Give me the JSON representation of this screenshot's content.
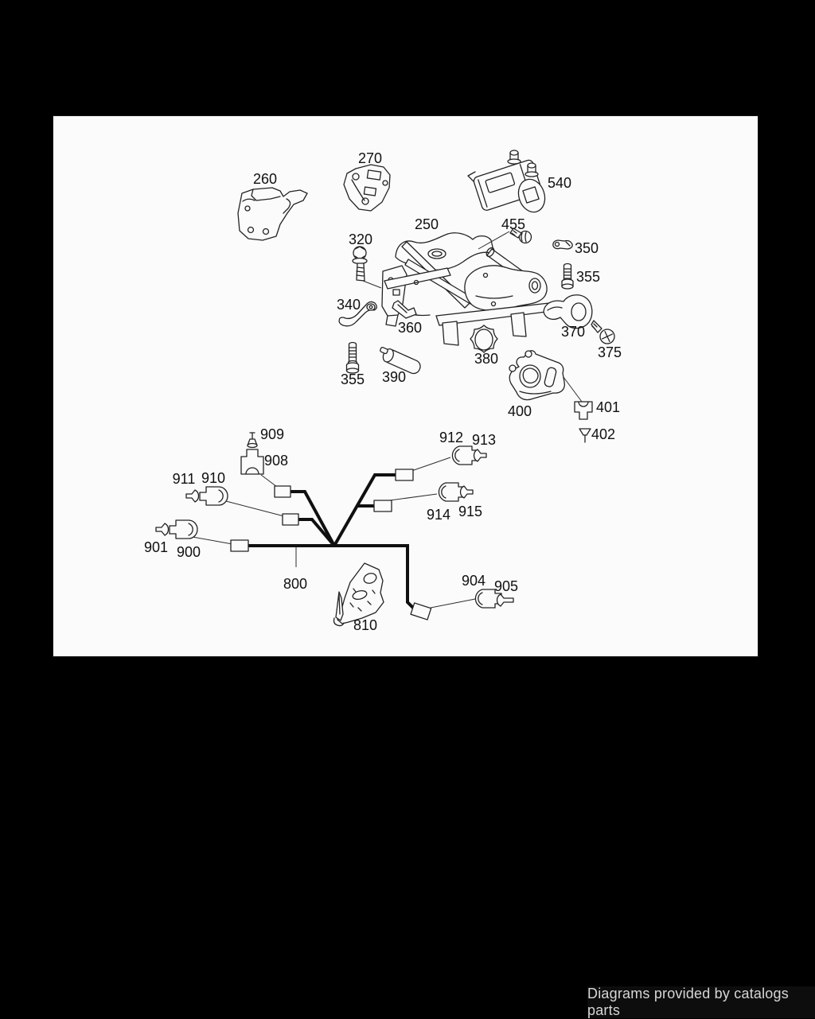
{
  "page": {
    "background": "#000000"
  },
  "canvas": {
    "fill": "#fbfbfb",
    "border": "#151515",
    "line_color": "#232323"
  },
  "badge": {
    "text": "Diagrams provided by catalogs parts",
    "background": "#0d0d0d",
    "color": "#d6d6d6"
  },
  "diagram": {
    "type": "parts-diagram",
    "labels": [
      {
        "text": "260"
      },
      {
        "text": "270"
      },
      {
        "text": "540"
      },
      {
        "text": "250"
      },
      {
        "text": "455"
      },
      {
        "text": "320"
      },
      {
        "text": "350"
      },
      {
        "text": "355"
      },
      {
        "text": "340"
      },
      {
        "text": "360"
      },
      {
        "text": "370"
      },
      {
        "text": "375"
      },
      {
        "text": "380"
      },
      {
        "text": "355"
      },
      {
        "text": "390"
      },
      {
        "text": "400"
      },
      {
        "text": "401"
      },
      {
        "text": "402"
      },
      {
        "text": "909"
      },
      {
        "text": "908"
      },
      {
        "text": "912"
      },
      {
        "text": "913"
      },
      {
        "text": "911"
      },
      {
        "text": "910"
      },
      {
        "text": "914"
      },
      {
        "text": "915"
      },
      {
        "text": "901"
      },
      {
        "text": "900"
      },
      {
        "text": "800"
      },
      {
        "text": "810"
      },
      {
        "text": "904"
      },
      {
        "text": "905"
      }
    ]
  }
}
